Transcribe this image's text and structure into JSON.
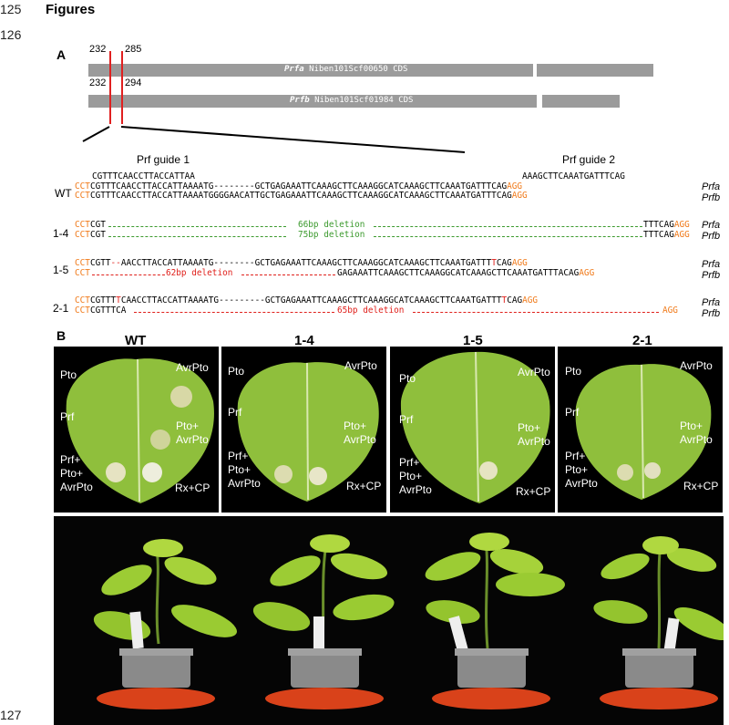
{
  "line_numbers": [
    "125",
    "126",
    "127"
  ],
  "heading": "Figures",
  "panel_a": {
    "letter": "A",
    "gene_a": {
      "start": "232",
      "end": "285",
      "name": "Prfa",
      "id": "Niben101Scf00650 CDS"
    },
    "gene_b": {
      "start": "232",
      "end": "294",
      "name": "Prfb",
      "id": "Niben101Scf01984 CDS"
    },
    "guide1_label": "Prf guide 1",
    "guide2_label": "Prf guide 2",
    "guide1_seq": "CGTTTCAACCTTACCATTAA",
    "guide2_seq": "AAAGCTTCAAATGATTTCAG",
    "rows": [
      {
        "label": "WT",
        "a_pre": "CCT",
        "a_mid": "CGTTTCAACCTTACCATTAAAATG",
        "a_gap": "--------",
        "a_post": "GCTGAGAAATTCAAAGCTTCAAAGGCATCAAAGCTTCAAATGATTTCAG",
        "a_end": "AGG",
        "b_pre": "CCT",
        "b_mid": "CGTTTCAACCTTACCATTAAAATGGGGAACATTGCTGAGAAATTCAAAGCTTCAAAGGCATCAAAGCTTCAAATGATTTCAG",
        "b_end": "AGG"
      },
      {
        "label": "1-4",
        "a_pre": "CCT",
        "a_mid": "CGT",
        "a_del": "66bp deletion",
        "a_post": "TTTCAG",
        "a_end": "AGG",
        "b_pre": "CCT",
        "b_mid": "CGT",
        "b_del": "75bp deletion",
        "b_post": "TTTCAG",
        "b_end": "AGG"
      },
      {
        "label": "1-5",
        "a_pre": "CCT",
        "a_mid": "CGTT",
        "a_dash": "--",
        "a_mid2": "AACCTTACCATTAAAATG",
        "a_post": "GCTGAGAAATTCAAAGCTTCAAAGGCATCAAAGCTTCAAATGATTT",
        "a_ins": "T",
        "a_post2": "CAG",
        "a_end": "AGG",
        "b_pre": "CCT",
        "b_del": "62bp deletion",
        "b_post": "GAGAAATTCAAAGCTTCAAAGGCATCAAAGCTTCAAATGATTTACAG",
        "b_end": "AGG"
      },
      {
        "label": "2-1",
        "a_pre": "CCT",
        "a_mid": "CGTTT",
        "a_ins": "T",
        "a_mid2": "CAACCTTACCATTAAAATG",
        "a_post": "GCTGAGAAATTCAAAGCTTCAAAGGCATCAAAGCTTCAAATGATTT",
        "a_ins2": "T",
        "a_post2": "CAG",
        "a_end": "AGG",
        "b_pre": "CCT",
        "b_mid": "CGTTTCA",
        "b_del": "65bp deletion",
        "b_end": "AGG"
      }
    ],
    "gene_labels": [
      "Prfa",
      "Prfb"
    ]
  },
  "panel_b": {
    "letter": "B",
    "columns": [
      "WT",
      "1-4",
      "1-5",
      "2-1"
    ],
    "leaf_labels": {
      "pto": "Pto",
      "avrpto": "AvrPto",
      "prf": "Prf",
      "pto_avrpto_1": "Pto+",
      "pto_avrpto_2": "AvrPto",
      "triple_1": "Prf+",
      "triple_2": "Pto+",
      "triple_3": "AvrPto",
      "rxcp": "Rx+CP"
    },
    "colors": {
      "leaf": "#8fbf3c",
      "background": "#000000",
      "pot": "#8a8a8a",
      "tray": "#d9421a"
    }
  }
}
